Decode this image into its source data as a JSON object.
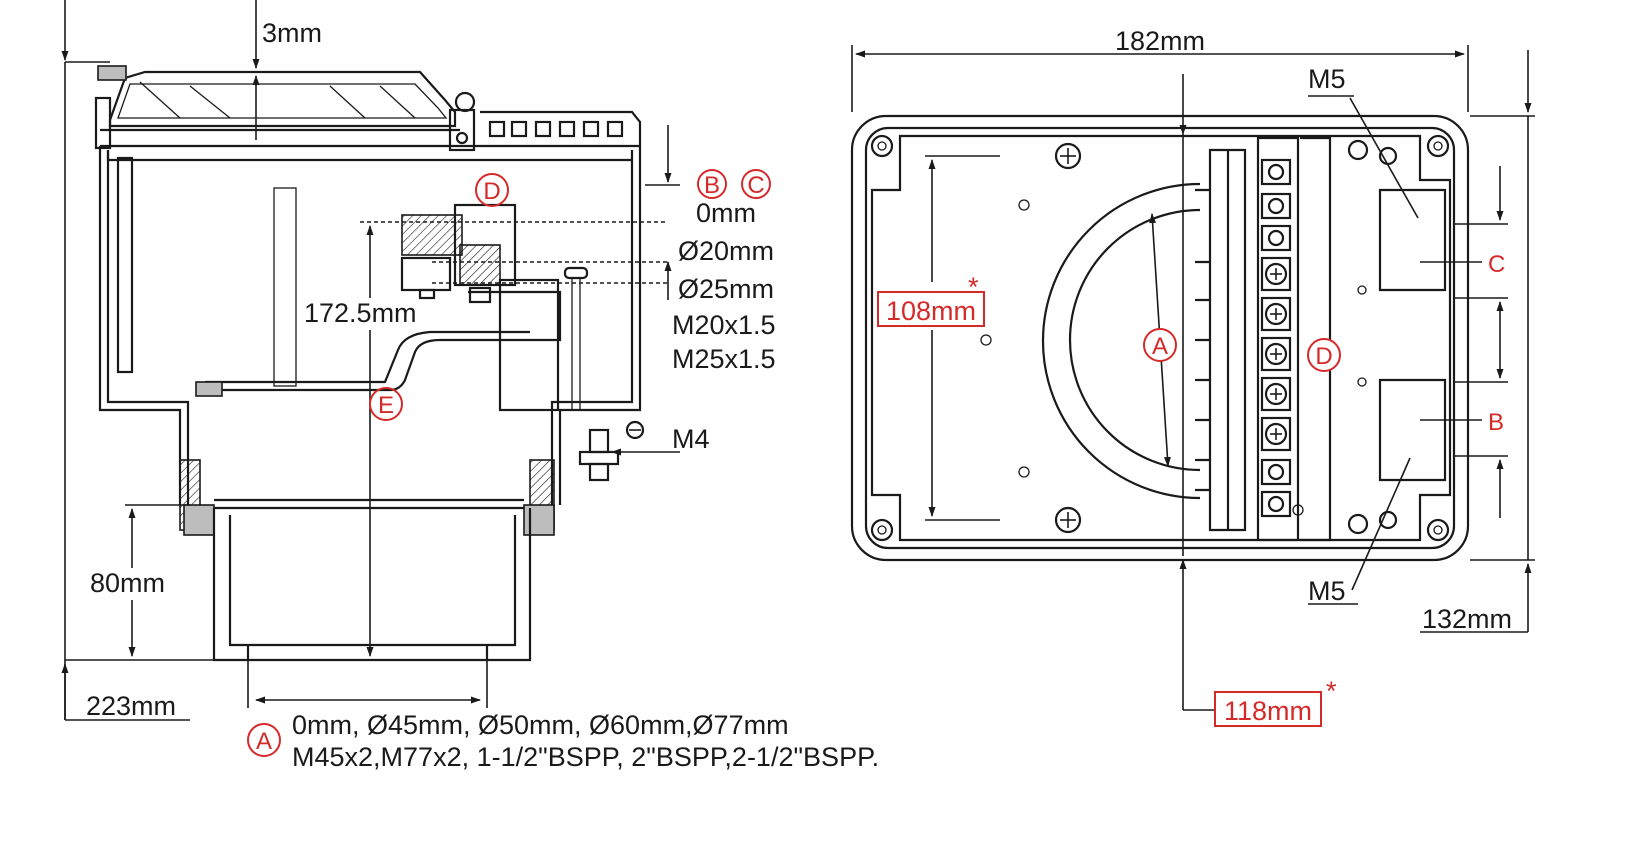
{
  "side_view": {
    "dim_top": "3mm",
    "dim_height": "172.5mm",
    "dim_base": "80mm",
    "dim_total": "223mm",
    "screw_label": "M4",
    "entry_callout": {
      "letters": [
        "B",
        "C"
      ],
      "lines": [
        "0mm",
        "Ø20mm",
        "Ø25mm",
        "M20x1.5",
        "M25x1.5"
      ]
    },
    "marker_d": "D",
    "marker_e": "E"
  },
  "opening_note": {
    "letter": "A",
    "line1": "0mm, Ø45mm, Ø50mm, Ø60mm,Ø77mm",
    "line2": "M45x2,M77x2, 1-1/2\"BSPP, 2\"BSPP,2-1/2\"BSPP."
  },
  "plan_view": {
    "dim_width": "182mm",
    "dim_depth": "132mm",
    "dim_inner_height": "108mm",
    "dim_offset": "118mm",
    "asterisk": "*",
    "screw_top": "M5",
    "screw_bottom": "M5",
    "marker_a": "A",
    "marker_d": "D",
    "side_b": "B",
    "side_c": "C"
  },
  "colors": {
    "line": "#1a1a1a",
    "accent": "#d42a2a",
    "fill": "#bdbdbd",
    "background": "#ffffff"
  }
}
